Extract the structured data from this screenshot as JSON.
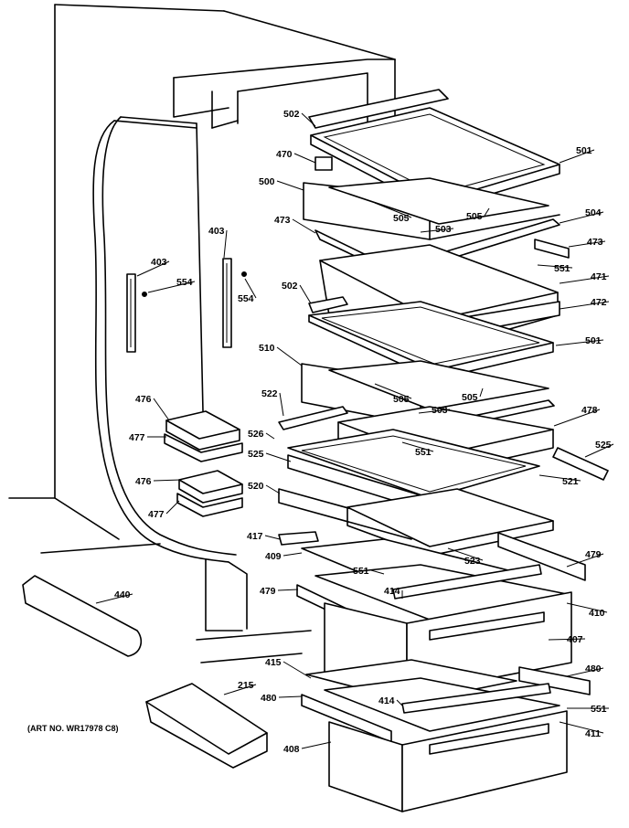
{
  "diagram": {
    "art_number": "(ART NO. WR17978 C8)",
    "callouts": [
      {
        "id": "c502a",
        "text": "502"
      },
      {
        "id": "c501a",
        "text": "501"
      },
      {
        "id": "c470",
        "text": "470"
      },
      {
        "id": "c500",
        "text": "500"
      },
      {
        "id": "c505a",
        "text": "505"
      },
      {
        "id": "c503a",
        "text": "503"
      },
      {
        "id": "c505b",
        "text": "505"
      },
      {
        "id": "c504",
        "text": "504"
      },
      {
        "id": "c473a",
        "text": "473"
      },
      {
        "id": "c473b",
        "text": "473"
      },
      {
        "id": "c551a",
        "text": "551"
      },
      {
        "id": "c471",
        "text": "471"
      },
      {
        "id": "c472",
        "text": "472"
      },
      {
        "id": "c502b",
        "text": "502"
      },
      {
        "id": "c501b",
        "text": "501"
      },
      {
        "id": "c403a",
        "text": "403"
      },
      {
        "id": "c403b",
        "text": "403"
      },
      {
        "id": "c554a",
        "text": "554"
      },
      {
        "id": "c554b",
        "text": "554"
      },
      {
        "id": "c510",
        "text": "510"
      },
      {
        "id": "c505c",
        "text": "505"
      },
      {
        "id": "c503b",
        "text": "503"
      },
      {
        "id": "c505d",
        "text": "505"
      },
      {
        "id": "c478",
        "text": "478"
      },
      {
        "id": "c522",
        "text": "522"
      },
      {
        "id": "c526",
        "text": "526"
      },
      {
        "id": "c551b",
        "text": "551"
      },
      {
        "id": "c525a",
        "text": "525"
      },
      {
        "id": "c525b",
        "text": "525"
      },
      {
        "id": "c476a",
        "text": "476"
      },
      {
        "id": "c477a",
        "text": "477"
      },
      {
        "id": "c476b",
        "text": "476"
      },
      {
        "id": "c477b",
        "text": "477"
      },
      {
        "id": "c521",
        "text": "521"
      },
      {
        "id": "c520",
        "text": "520"
      },
      {
        "id": "c417",
        "text": "417"
      },
      {
        "id": "c409",
        "text": "409"
      },
      {
        "id": "c523",
        "text": "523"
      },
      {
        "id": "c479a",
        "text": "479"
      },
      {
        "id": "c551c",
        "text": "551"
      },
      {
        "id": "c414a",
        "text": "414"
      },
      {
        "id": "c479b",
        "text": "479"
      },
      {
        "id": "c410",
        "text": "410"
      },
      {
        "id": "c440",
        "text": "440"
      },
      {
        "id": "c407",
        "text": "407"
      },
      {
        "id": "c415",
        "text": "415"
      },
      {
        "id": "c480a",
        "text": "480"
      },
      {
        "id": "c215",
        "text": "215"
      },
      {
        "id": "c480b",
        "text": "480"
      },
      {
        "id": "c414b",
        "text": "414"
      },
      {
        "id": "c551d",
        "text": "551"
      },
      {
        "id": "c411",
        "text": "411"
      },
      {
        "id": "c408",
        "text": "408"
      }
    ]
  }
}
